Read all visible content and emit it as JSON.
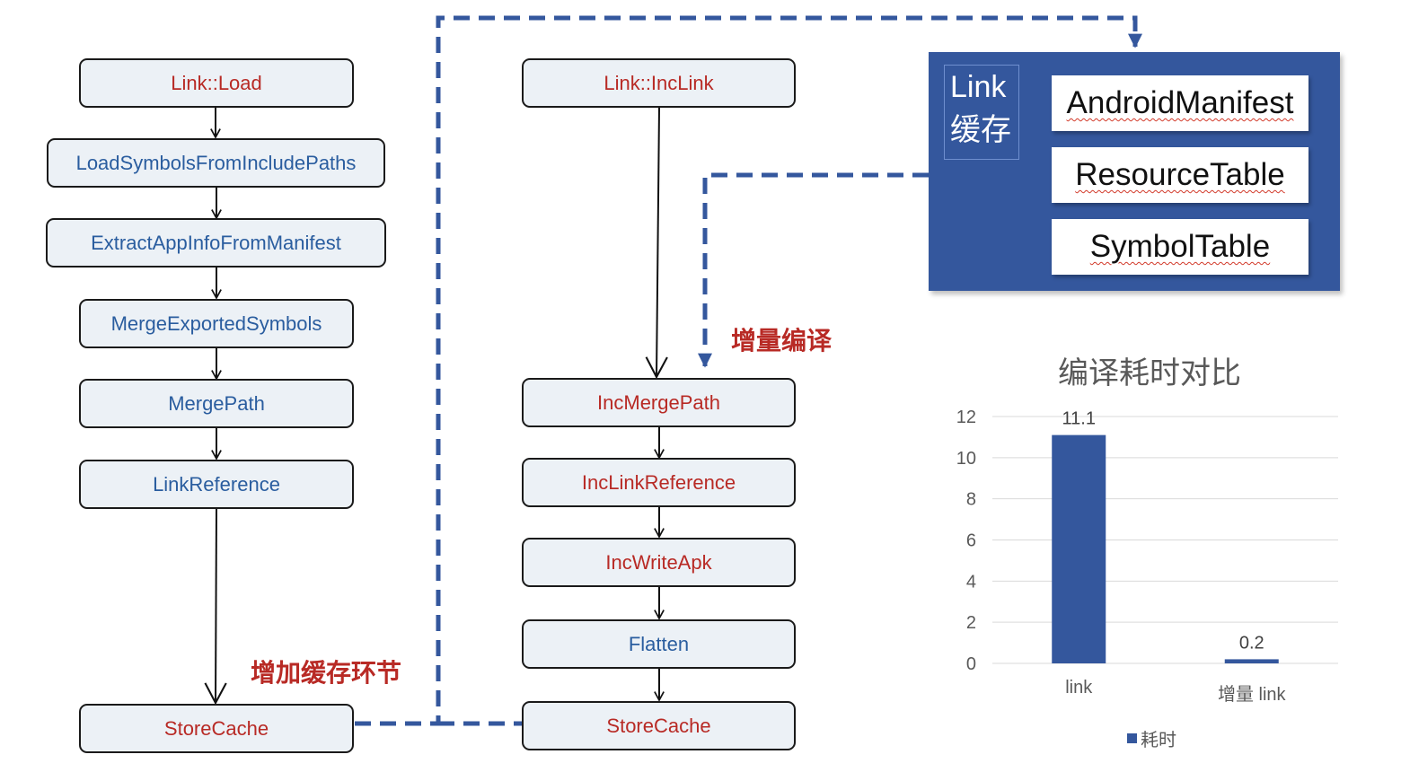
{
  "flow_left": {
    "nodes": [
      {
        "label": "Link::Load",
        "style": "red"
      },
      {
        "label": "LoadSymbolsFromIncludePaths",
        "style": "blue"
      },
      {
        "label": "ExtractAppInfoFromManifest",
        "style": "blue"
      },
      {
        "label": "MergeExportedSymbols",
        "style": "blue"
      },
      {
        "label": "MergePath",
        "style": "blue"
      },
      {
        "label": "LinkReference",
        "style": "blue"
      },
      {
        "label": "StoreCache",
        "style": "red"
      }
    ],
    "note": "增加缓存环节"
  },
  "flow_right": {
    "nodes": [
      {
        "label": "Link::IncLink",
        "style": "red"
      },
      {
        "label": "IncMergePath",
        "style": "red"
      },
      {
        "label": "IncLinkReference",
        "style": "red"
      },
      {
        "label": "IncWriteApk",
        "style": "red"
      },
      {
        "label": "Flatten",
        "style": "blue"
      },
      {
        "label": "StoreCache",
        "style": "red"
      }
    ],
    "note": "增量编译"
  },
  "cache": {
    "label_line1": "Link",
    "label_line2": "缓存",
    "items": [
      "AndroidManifest",
      "ResourceTable",
      "SymbolTable"
    ]
  },
  "colors": {
    "red_text": "#b82a25",
    "blue_text": "#2a5d9f",
    "node_fill": "#ecf1f6",
    "dashed_line": "#34579d",
    "cache_panel": "#34579d",
    "bar": "#34579d"
  },
  "chart_data": {
    "type": "bar",
    "title": "编译耗时对比",
    "categories": [
      "link",
      "增量 link"
    ],
    "series": [
      {
        "name": "耗时",
        "values": [
          11.1,
          0.2
        ]
      }
    ],
    "data_labels": [
      "11.1",
      "0.2"
    ],
    "ylim": [
      0,
      12
    ],
    "yticks": [
      "0",
      "2",
      "4",
      "6",
      "8",
      "10",
      "12"
    ],
    "grid": true,
    "legend": "bottom"
  }
}
